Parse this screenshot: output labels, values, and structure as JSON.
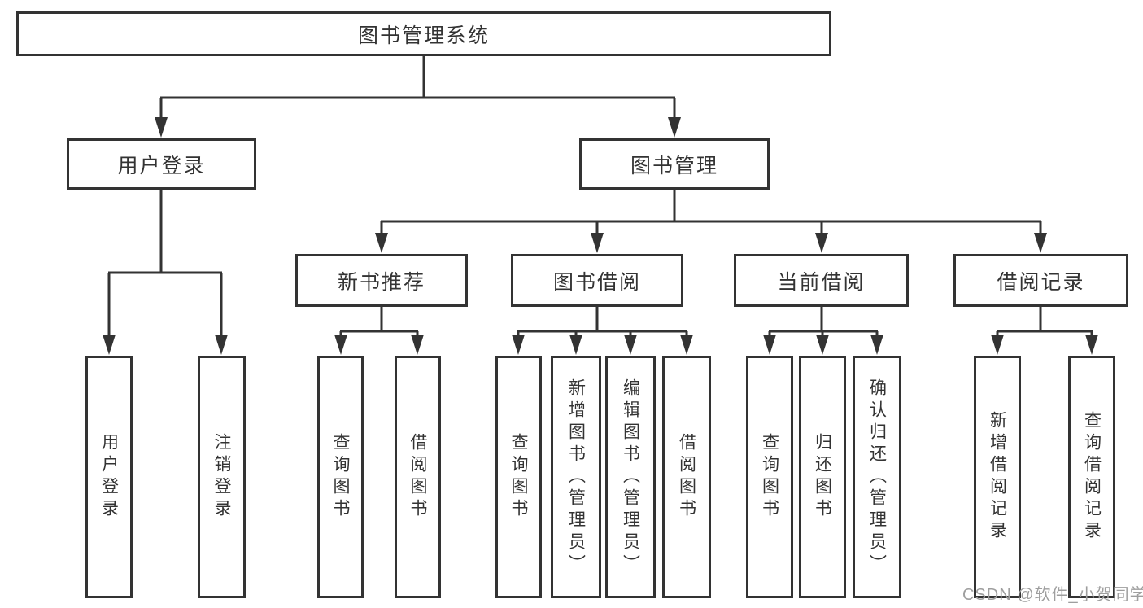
{
  "tree": {
    "root": {
      "label": "图书管理系统"
    },
    "branches": [
      {
        "label": "用户登录",
        "children": [
          {
            "label": "用户登录"
          },
          {
            "label": "注销登录"
          }
        ]
      },
      {
        "label": "图书管理",
        "children": [
          {
            "label": "新书推荐",
            "children": [
              {
                "label": "查询图书"
              },
              {
                "label": "借阅图书"
              }
            ]
          },
          {
            "label": "图书借阅",
            "children": [
              {
                "label": "查询图书"
              },
              {
                "label": "新增图书（管理员）"
              },
              {
                "label": "编辑图书（管理员）"
              },
              {
                "label": "借阅图书"
              }
            ]
          },
          {
            "label": "当前借阅",
            "children": [
              {
                "label": "查询图书"
              },
              {
                "label": "归还图书"
              },
              {
                "label": "确认归还（管理员）"
              }
            ]
          },
          {
            "label": "借阅记录",
            "children": [
              {
                "label": "新增借阅记录"
              },
              {
                "label": "查询借阅记录"
              }
            ]
          }
        ]
      }
    ]
  },
  "watermark": {
    "text": "CSDN @软件_小贺同学"
  },
  "colors": {
    "line_color": "#333333",
    "box_border": "#333333",
    "text_color": "#333333",
    "watermark_color": "#9e9e9e",
    "bg_color": "#ffffff"
  }
}
